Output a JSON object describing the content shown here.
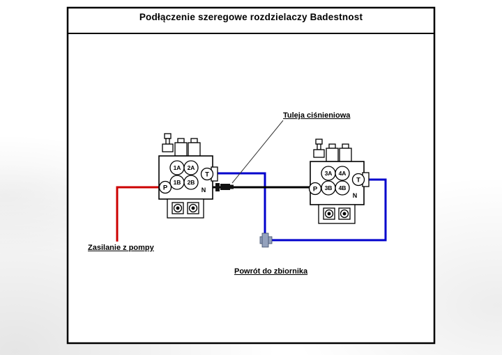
{
  "title": "Podłączenie szeregowe rozdzielaczy Badestnost",
  "labels": {
    "pressure_sleeve": "Tuleja ciśnieniowa",
    "pump_supply": "Zasilanie z pompy",
    "tank_return": "Powrót do zbiornika"
  },
  "valve_left": {
    "ports": {
      "a1": "1A",
      "a2": "2A",
      "b1": "1B",
      "b2": "2B",
      "p": "P",
      "t": "T",
      "n": "N"
    }
  },
  "valve_right": {
    "ports": {
      "a1": "3A",
      "a2": "4A",
      "b1": "3B",
      "b2": "4B",
      "p": "P",
      "t": "T",
      "n": "N"
    }
  },
  "colors": {
    "supply": "#cc0000",
    "return": "#0000cc",
    "hose": "#000000"
  }
}
